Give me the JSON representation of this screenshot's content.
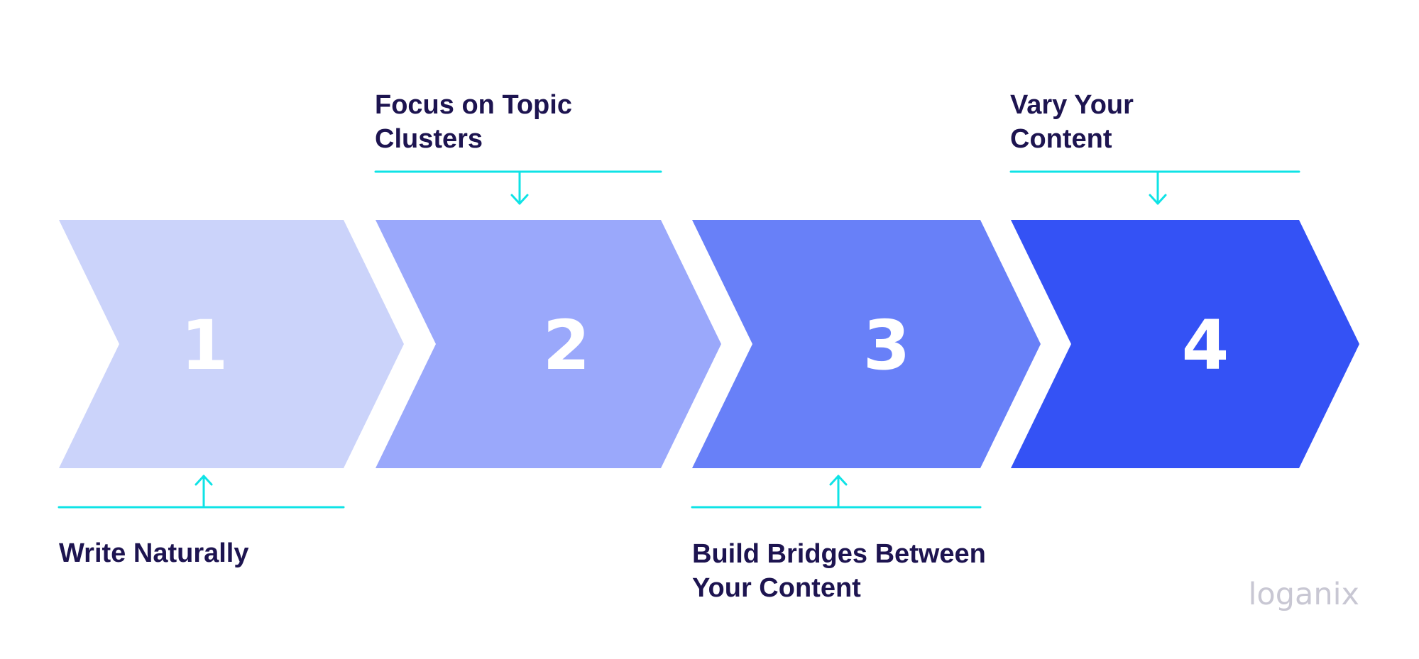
{
  "steps": [
    {
      "number": "1",
      "label": "Write Naturally",
      "color": "#cbd3fa"
    },
    {
      "number": "2",
      "label": "Focus on Topic\nClusters",
      "color": "#9aa8fb"
    },
    {
      "number": "3",
      "label": "Build Bridges Between\nYour Content",
      "color": "#6880f8"
    },
    {
      "number": "4",
      "label": "Vary Your\nContent",
      "color": "#3452f5"
    }
  ],
  "colors": {
    "label_text": "#1d1450",
    "connector": "#0fe3e6",
    "number_text": "#ffffff",
    "logo": "#c8c7d3"
  },
  "logo": {
    "text": "loganix"
  }
}
